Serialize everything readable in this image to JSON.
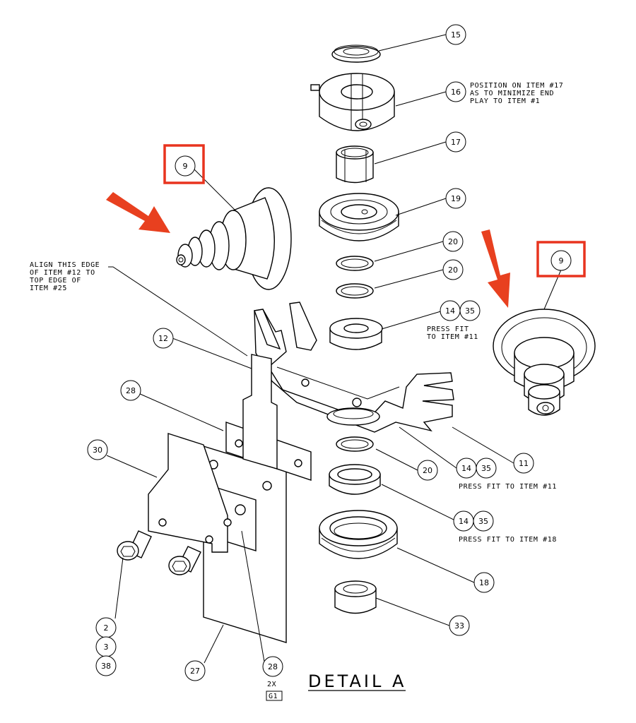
{
  "bubbles": {
    "b15": "15",
    "b16": "16",
    "b17": "17",
    "b19": "19",
    "b20a": "20",
    "b20b": "20",
    "b20c": "20",
    "b14a": "14",
    "b35a": "35",
    "b14b": "14",
    "b35b": "35",
    "b14c": "14",
    "b35c": "35",
    "b11": "11",
    "b12": "12",
    "b28a": "28",
    "b28b": "28",
    "b30": "30",
    "b2": "2",
    "b3": "3",
    "b38": "38",
    "b27": "27",
    "b18": "18",
    "b33": "33",
    "b9a": "9",
    "b9b": "9"
  },
  "notes": {
    "n16_1": "POSITION ON ITEM #17",
    "n16_2": "AS TO MINIMIZE END",
    "n16_3": "PLAY TO ITEM #1",
    "align_1": "ALIGN THIS EDGE",
    "align_2": "OF ITEM #12 TO",
    "align_3": "TOP EDGE OF",
    "align_4": "ITEM #25",
    "press_1": "PRESS FIT",
    "press_2": "TO ITEM #11",
    "press_item11": "PRESS FIT TO ITEM #11",
    "press_item18": "PRESS FIT TO ITEM #18",
    "qty": "2X",
    "flag": "G1"
  },
  "title": "DETAIL A",
  "colors": {
    "highlight": "#e8341f",
    "arrow": "#e8401f",
    "line": "#000000"
  }
}
